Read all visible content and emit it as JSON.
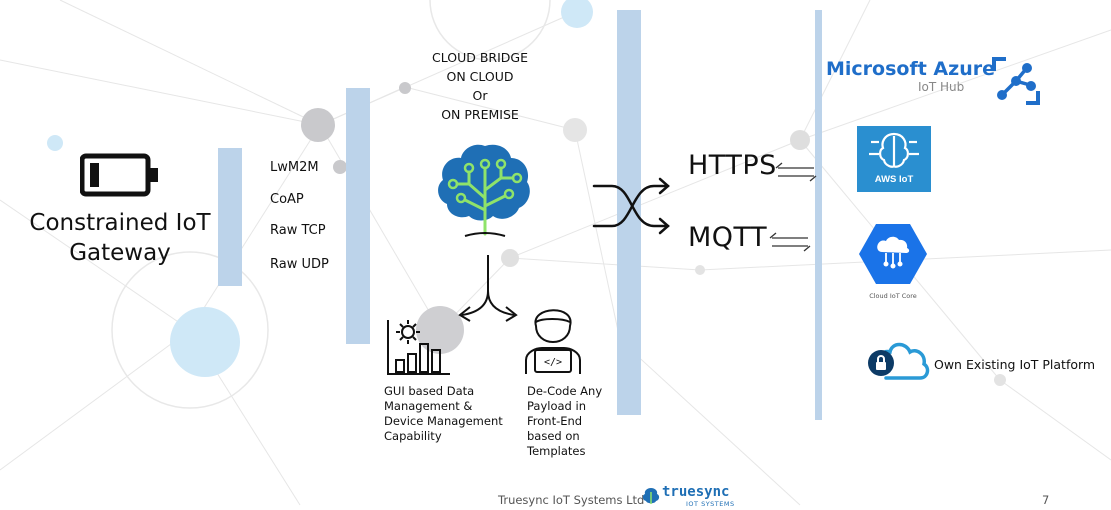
{
  "gateway": {
    "line1": "Constrained IoT",
    "line2": "Gateway"
  },
  "protocols": [
    "LwM2M",
    "CoAP",
    "Raw TCP",
    "Raw UDP"
  ],
  "bridge": {
    "line1": "CLOUD BRIDGE",
    "line2": "ON CLOUD",
    "line3": "Or",
    "line4": "ON PREMISE"
  },
  "outputs": {
    "https": "HTTPS",
    "mqtt": "MQTT"
  },
  "features": {
    "gui": [
      "GUI based Data",
      "Management &",
      "Device Management",
      "Capability"
    ],
    "decode": [
      "De-Code Any",
      "Payload in",
      "Front-End",
      "based on",
      "Templates"
    ]
  },
  "platforms": {
    "azure_title": "Microsoft Azure",
    "azure_sub": "IoT Hub",
    "aws_label": "AWS IoT",
    "gcp_label": "Cloud IoT Core",
    "own_label": "Own Existing IoT Platform"
  },
  "footer": {
    "company": "Truesync IoT Systems Ltd",
    "logo_main": "truesync",
    "logo_sub": "IOT SYSTEMS",
    "page": "7"
  },
  "colors": {
    "bar": "#bcd3ea",
    "tree": "#1f6fb5",
    "azure": "#1f6ec9",
    "aws": "#2a8fd0",
    "gcp": "#1a73e8"
  }
}
